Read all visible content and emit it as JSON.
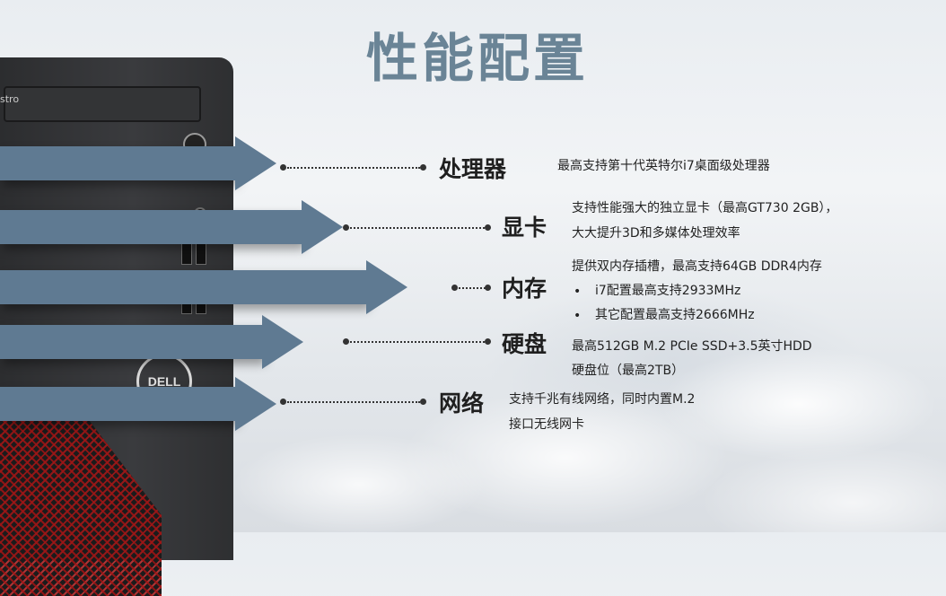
{
  "title": "性能配置",
  "tower": {
    "brand": "stro",
    "logo": "DELL"
  },
  "specs": [
    {
      "label": "处理器",
      "lines": [
        "最高支持第十代英特尔i7桌面级处理器"
      ]
    },
    {
      "label": "显卡",
      "lines": [
        "支持性能强大的独立显卡（最高GT730 2GB），",
        "大大提升3D和多媒体处理效率"
      ]
    },
    {
      "label": "内存",
      "lines": [
        "提供双内存插槽，最高支持64GB DDR4内存"
      ],
      "bullets": [
        "i7配置最高支持2933MHz",
        "其它配置最高支持2666MHz"
      ]
    },
    {
      "label": "硬盘",
      "lines": [
        "最高512GB M.2 PCIe SSD+3.5英寸HDD",
        "硬盘位（最高2TB）"
      ]
    },
    {
      "label": "网络",
      "lines": [
        "支持千兆有线网络，同时内置M.2",
        "接口无线网卡"
      ]
    }
  ],
  "colors": {
    "title": "#6a8496",
    "arrow": "#5f7a92"
  }
}
